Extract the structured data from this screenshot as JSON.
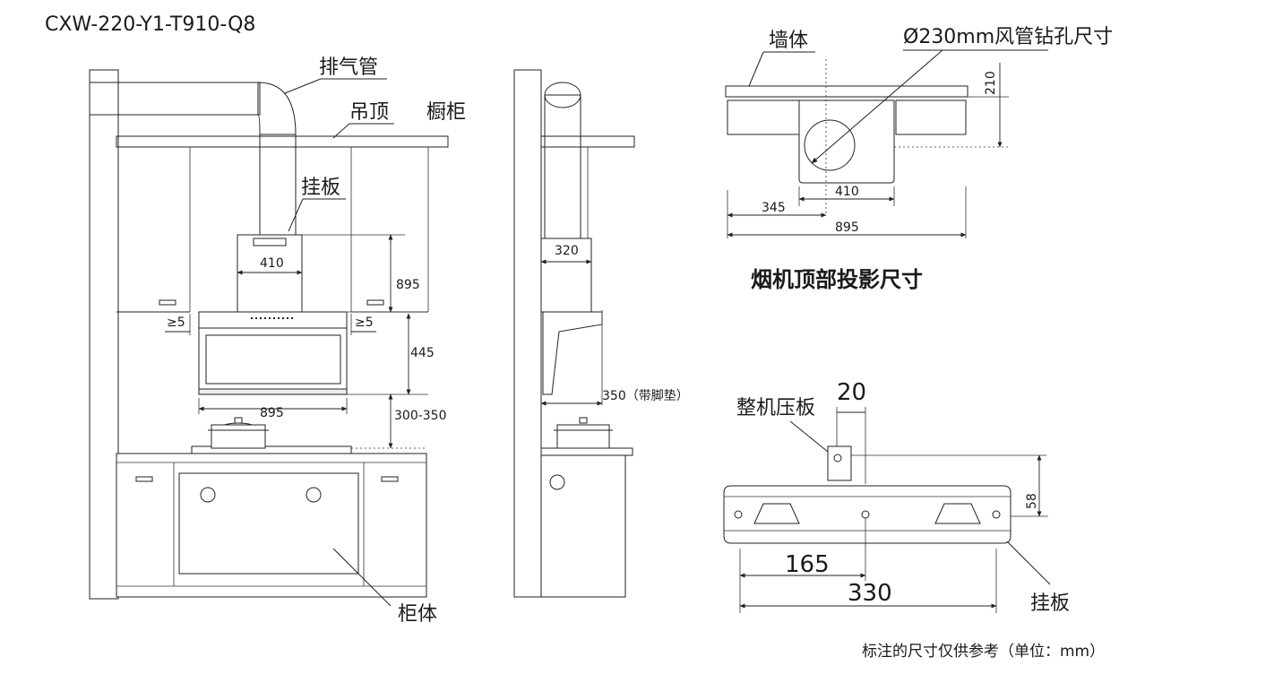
{
  "model": "CXW-220-Y1-T910-Q8",
  "front_view": {
    "labels": {
      "exhaust_pipe": "排气管",
      "ceiling": "吊顶",
      "wall_cabinet": "橱柜",
      "hanging_plate": "挂板",
      "cabinet_body": "柜体"
    },
    "dims": {
      "top_width": "410",
      "height_total": "895",
      "gap_left": "≥5",
      "gap_right": "≥5",
      "body_height": "445",
      "width": "895",
      "install_height": "300-350"
    }
  },
  "side_view": {
    "dims": {
      "depth_top": "320",
      "depth_total": "350（带脚垫）"
    }
  },
  "top_view": {
    "labels": {
      "wall": "墙体",
      "duct_hole": "Ø230mm风管钻孔尺寸"
    },
    "dims": {
      "wall_offset": "210",
      "top_width": "410",
      "hole_offset": "345",
      "width": "895"
    },
    "caption": "烟机顶部投影尺寸"
  },
  "plate_view": {
    "labels": {
      "press_plate": "整机压板",
      "hanging_plate": "挂板"
    },
    "dims": {
      "press_width": "20",
      "height": "58",
      "half": "165",
      "full": "330"
    }
  },
  "note": "标注的尺寸仅供参考（单位：mm）"
}
